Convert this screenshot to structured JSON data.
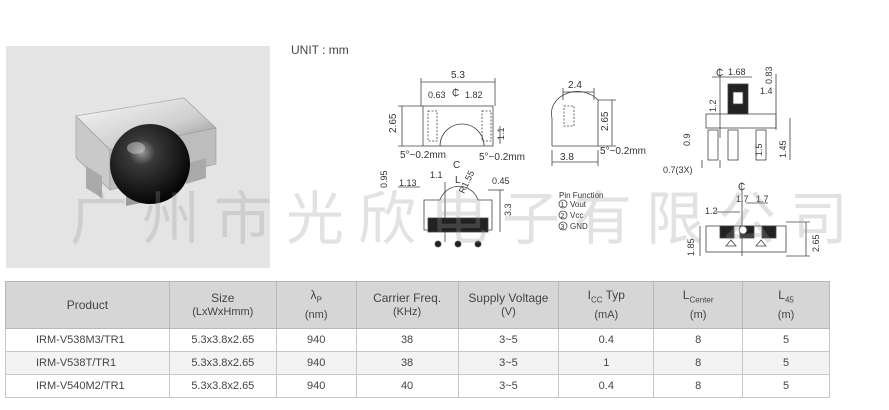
{
  "unit_label": "UNIT : mm",
  "watermark": "广州市光欣电子有限公司",
  "dims": {
    "d_5_3": "5.3",
    "d_0_63": "0.63",
    "d_1_82": "1.82",
    "d_2_65_left": "2.65",
    "tol_left": "5°~0.2mm",
    "tol_mid": "5°~0.2mm",
    "d_2_4": "2.4",
    "d_2_65_side": "2.65",
    "d_3_8": "3.8",
    "tol_side": "5°~0.2mm",
    "d_1_68": "1.68",
    "d_0_83": "0.83",
    "d_1_4": "1.4",
    "d_1_2_pad": "1.2",
    "d_0_9": "0.9",
    "d_1_5": "1.5",
    "d_1_45": "1.45",
    "d_0_7_3x": "0.7(3X)",
    "d_0_95": "0.95",
    "d_c_top": "C",
    "d_1_13": "1.13",
    "d_1_1": "1.1",
    "d_l": "L",
    "d_r155": "R1.55",
    "d_0_45": "0.45",
    "d_3_3": "3.3",
    "d_1_2_bot": "1.2",
    "d_1_7_a": "1.7",
    "d_1_7_b": "1.7",
    "d_1_85": "1.85",
    "d_2_65_bot": "2.65",
    "d_1_1_side": "1.1"
  },
  "pin_function": {
    "title": "Pin Function",
    "pins": [
      {
        "num": "1",
        "name": "Vout"
      },
      {
        "num": "2",
        "name": "Vcc"
      },
      {
        "num": "3",
        "name": "GND"
      }
    ]
  },
  "table": {
    "headers": [
      {
        "label": "Product",
        "unit": ""
      },
      {
        "label": "Size",
        "unit": "(LxWxHmm)"
      },
      {
        "label": "λP",
        "unit": "(nm)"
      },
      {
        "label": "Carrier Freq.",
        "unit": "(KHz)"
      },
      {
        "label": "Supply Voltage",
        "unit": "(V)"
      },
      {
        "label": "ICC Typ",
        "unit": "(mA)"
      },
      {
        "label": "LCenter",
        "unit": "(m)"
      },
      {
        "label": "L45",
        "unit": "(m)"
      }
    ],
    "rows": [
      [
        "IRM-V538M3/TR1",
        "5.3x3.8x2.65",
        "940",
        "38",
        "3~5",
        "0.4",
        "8",
        "5"
      ],
      [
        "IRM-V538T/TR1",
        "5.3x3.8x2.65",
        "940",
        "38",
        "3~5",
        "1",
        "8",
        "5"
      ],
      [
        "IRM-V540M2/TR1",
        "5.3x3.8x2.65",
        "940",
        "40",
        "3~5",
        "0.4",
        "8",
        "5"
      ]
    ]
  }
}
